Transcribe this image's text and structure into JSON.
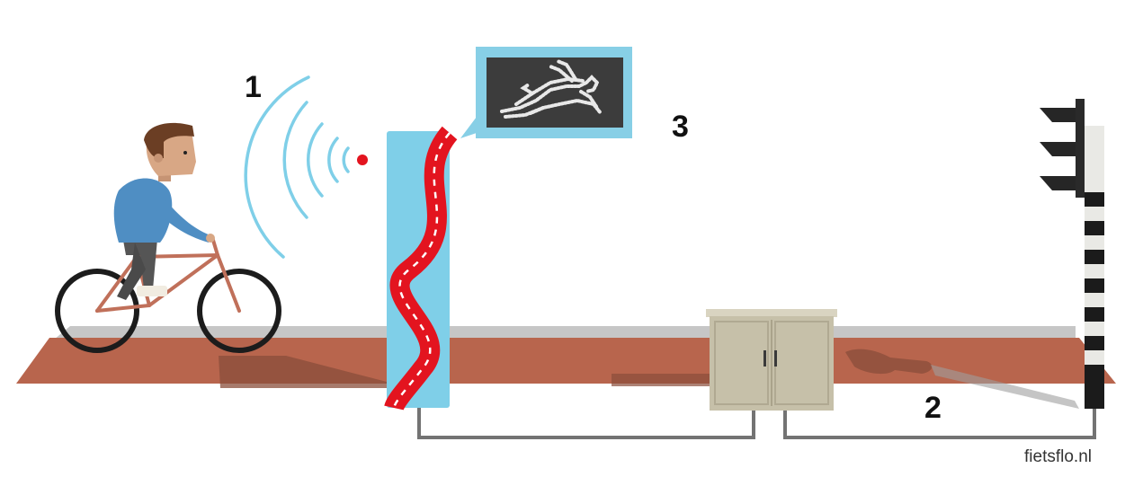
{
  "labels": {
    "one": "1",
    "two": "2",
    "three": "3"
  },
  "credit": "fietsflo.nl",
  "colors": {
    "road": "#b8654d",
    "curb": "#c8c8c8",
    "sensor_blue": "#7fcfe8",
    "accent_red": "#e3141f",
    "cabinet": "#c6c0a9",
    "cable": "#707070",
    "screen_frame": "#87cfe6",
    "screen_bg": "#3c3c3c"
  },
  "icons": {
    "display_symbol": "hare-icon",
    "sensor_waves": "wifi-signal-icon"
  }
}
